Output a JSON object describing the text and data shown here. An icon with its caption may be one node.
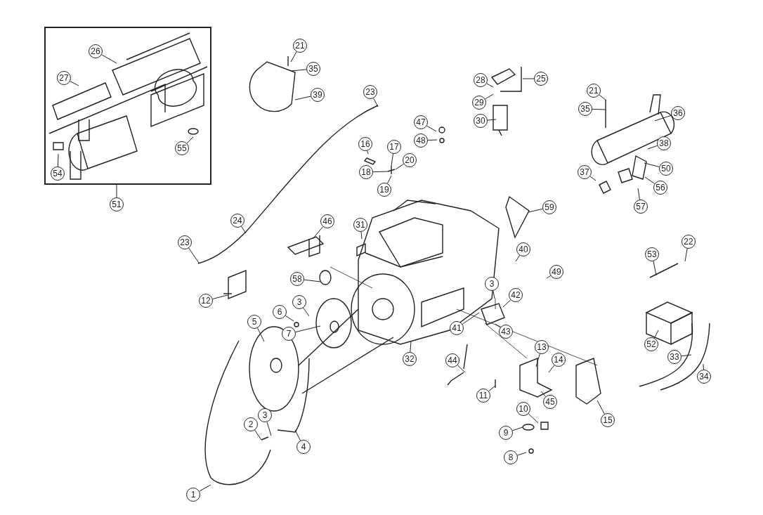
{
  "diagram": {
    "nodes": [
      {
        "text": [],
        "shape": "box"
      },
      {
        "text": [
          "26"
        ],
        "in": 0
      },
      {
        "text": [
          "27"
        ],
        "in": 0
      },
      {
        "text": [
          "54"
        ],
        "in": 0
      },
      {
        "text": [
          "55"
        ],
        "in": 0
      },
      {
        "text": [
          "51"
        ]
      },
      {
        "text": [
          "21"
        ]
      },
      {
        "text": [
          "35"
        ]
      },
      {
        "text": [
          "39"
        ]
      },
      {
        "text": [
          "23"
        ]
      },
      {
        "text": [
          "28"
        ]
      },
      {
        "text": [
          "25"
        ]
      },
      {
        "text": [
          "29"
        ]
      },
      {
        "text": [
          "30"
        ]
      },
      {
        "text": [
          "47"
        ]
      },
      {
        "text": [
          "48"
        ]
      },
      {
        "text": [
          "16"
        ]
      },
      {
        "text": [
          "17"
        ]
      },
      {
        "text": [
          "20"
        ]
      },
      {
        "text": [
          "18"
        ]
      },
      {
        "text": [
          "19"
        ]
      },
      {
        "text": [
          "21"
        ]
      },
      {
        "text": [
          "35"
        ]
      },
      {
        "text": [
          "36"
        ]
      },
      {
        "text": [
          "38"
        ]
      },
      {
        "text": [
          "50"
        ]
      },
      {
        "text": [
          "37"
        ]
      },
      {
        "text": [
          "56"
        ]
      },
      {
        "text": [
          "57"
        ]
      },
      {
        "text": [
          "59"
        ]
      },
      {
        "text": [
          "24"
        ]
      },
      {
        "text": [
          "46"
        ]
      },
      {
        "text": [
          "31"
        ]
      },
      {
        "text": [
          "22"
        ]
      },
      {
        "text": [
          "40"
        ]
      },
      {
        "text": [
          "23"
        ]
      },
      {
        "text": [
          "53"
        ]
      },
      {
        "text": [
          "49"
        ]
      },
      {
        "text": [
          "58"
        ]
      },
      {
        "text": [
          "3"
        ]
      },
      {
        "text": [
          "42"
        ]
      },
      {
        "text": [
          "12"
        ]
      },
      {
        "text": [
          "3"
        ]
      },
      {
        "text": [
          "6"
        ]
      },
      {
        "text": [
          "5"
        ]
      },
      {
        "text": [
          "41"
        ]
      },
      {
        "text": [
          "7"
        ]
      },
      {
        "text": [
          "43"
        ]
      },
      {
        "text": [
          "52"
        ]
      },
      {
        "text": [
          "13"
        ]
      },
      {
        "text": [
          "32"
        ]
      },
      {
        "text": [
          "44"
        ]
      },
      {
        "text": [
          "33"
        ]
      },
      {
        "text": [
          "14"
        ]
      },
      {
        "text": [
          "34"
        ]
      },
      {
        "text": [
          "11"
        ]
      },
      {
        "text": [
          "45"
        ]
      },
      {
        "text": [
          "10"
        ]
      },
      {
        "text": [
          "15"
        ]
      },
      {
        "text": [
          "3"
        ]
      },
      {
        "text": [
          "2"
        ]
      },
      {
        "text": [
          "9"
        ]
      },
      {
        "text": [
          "4"
        ]
      },
      {
        "text": [
          "8"
        ]
      },
      {
        "text": [
          "1"
        ]
      }
    ],
    "edges": [
      {
        "from": 1,
        "to": null,
        "arrow": "none"
      },
      {
        "from": 2,
        "to": null,
        "arrow": "none"
      },
      {
        "from": 3,
        "to": null,
        "arrow": "none"
      },
      {
        "from": 4,
        "to": null,
        "arrow": "none"
      },
      {
        "from": 5,
        "to": 0,
        "arrow": "none"
      },
      {
        "from": 6,
        "to": null,
        "arrow": "none"
      },
      {
        "from": 7,
        "to": null,
        "arrow": "none"
      },
      {
        "from": 8,
        "to": null,
        "arrow": "none"
      },
      {
        "from": 9,
        "to": null,
        "arrow": "none"
      },
      {
        "from": 10,
        "to": null,
        "arrow": "none"
      },
      {
        "from": 11,
        "to": null,
        "arrow": "none"
      },
      {
        "from": 12,
        "to": null,
        "arrow": "none"
      },
      {
        "from": 13,
        "to": null,
        "arrow": "none"
      },
      {
        "from": 14,
        "to": null,
        "arrow": "none"
      },
      {
        "from": 15,
        "to": null,
        "arrow": "none"
      },
      {
        "from": 16,
        "to": null,
        "arrow": "none"
      },
      {
        "from": 17,
        "to": null,
        "arrow": "none"
      },
      {
        "from": 18,
        "to": null,
        "arrow": "none"
      },
      {
        "from": 19,
        "to": null,
        "arrow": "none"
      },
      {
        "from": 20,
        "to": null,
        "arrow": "none"
      },
      {
        "from": 21,
        "to": null,
        "arrow": "none"
      },
      {
        "from": 22,
        "to": null,
        "arrow": "none"
      },
      {
        "from": 23,
        "to": null,
        "arrow": "none"
      },
      {
        "from": 24,
        "to": null,
        "arrow": "none"
      },
      {
        "from": 25,
        "to": null,
        "arrow": "none"
      },
      {
        "from": 26,
        "to": null,
        "arrow": "none"
      },
      {
        "from": 27,
        "to": null,
        "arrow": "none"
      },
      {
        "from": 28,
        "to": null,
        "arrow": "none"
      },
      {
        "from": 29,
        "to": null,
        "arrow": "none"
      },
      {
        "from": 30,
        "to": null,
        "arrow": "none"
      },
      {
        "from": 31,
        "to": null,
        "arrow": "none"
      },
      {
        "from": 32,
        "to": null,
        "arrow": "none"
      },
      {
        "from": 33,
        "to": null,
        "arrow": "none"
      },
      {
        "from": 34,
        "to": null,
        "arrow": "none"
      },
      {
        "from": 35,
        "to": null,
        "arrow": "none"
      },
      {
        "from": 36,
        "to": null,
        "arrow": "none"
      },
      {
        "from": 37,
        "to": null,
        "arrow": "none"
      },
      {
        "from": 38,
        "to": null,
        "arrow": "none"
      },
      {
        "from": 39,
        "to": null,
        "arrow": "none"
      },
      {
        "from": 40,
        "to": null,
        "arrow": "none"
      },
      {
        "from": 41,
        "to": null,
        "arrow": "none"
      },
      {
        "from": 42,
        "to": null,
        "arrow": "none"
      },
      {
        "from": 43,
        "to": null,
        "arrow": "none"
      },
      {
        "from": 44,
        "to": null,
        "arrow": "none"
      },
      {
        "from": 45,
        "to": null,
        "arrow": "none"
      },
      {
        "from": 46,
        "to": null,
        "arrow": "none"
      },
      {
        "from": 47,
        "to": null,
        "arrow": "none"
      },
      {
        "from": 48,
        "to": null,
        "arrow": "none"
      },
      {
        "from": 49,
        "to": null,
        "arrow": "none"
      },
      {
        "from": 50,
        "to": null,
        "arrow": "none"
      },
      {
        "from": 51,
        "to": null,
        "arrow": "none"
      },
      {
        "from": 52,
        "to": null,
        "arrow": "none"
      },
      {
        "from": 53,
        "to": null,
        "arrow": "none"
      },
      {
        "from": 54,
        "to": null,
        "arrow": "none"
      },
      {
        "from": 55,
        "to": null,
        "arrow": "none"
      },
      {
        "from": 56,
        "to": null,
        "arrow": "none"
      },
      {
        "from": 57,
        "to": null,
        "arrow": "none"
      },
      {
        "from": 58,
        "to": null,
        "arrow": "none"
      },
      {
        "from": 59,
        "to": null,
        "arrow": "none"
      },
      {
        "from": 60,
        "to": null,
        "arrow": "none"
      },
      {
        "from": 61,
        "to": null,
        "arrow": "none"
      },
      {
        "from": 62,
        "to": null,
        "arrow": "none"
      },
      {
        "from": 63,
        "to": null,
        "arrow": "none"
      },
      {
        "from": 64,
        "to": null,
        "arrow": "none"
      }
    ]
  }
}
